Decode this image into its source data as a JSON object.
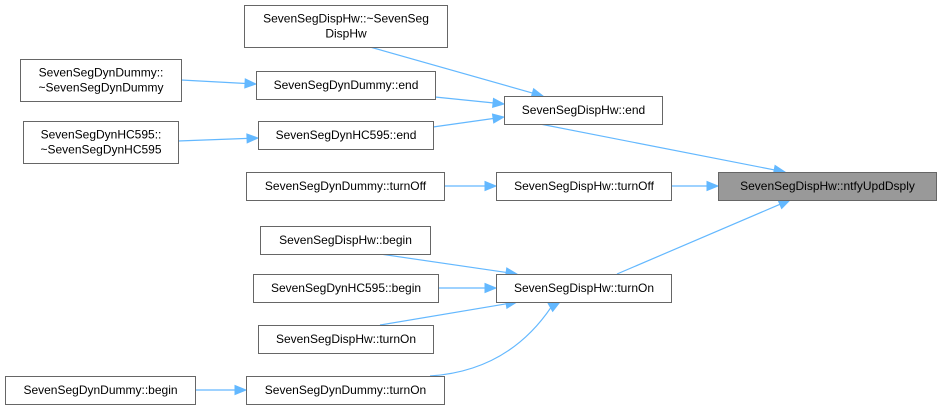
{
  "graph": {
    "focus_node": "SevenSegDispHw::ntfyUpdDsply",
    "nodes": {
      "ntfy": {
        "lines": [
          "SevenSegDispHw::ntfyUpdDsply"
        ]
      },
      "hw_end": {
        "lines": [
          "SevenSegDispHw::end"
        ]
      },
      "hw_turnOff": {
        "lines": [
          "SevenSegDispHw::turnOff"
        ]
      },
      "hw_turnOn": {
        "lines": [
          "SevenSegDispHw::turnOn"
        ]
      },
      "hw_dtor": {
        "lines": [
          "SevenSegDispHw::~SevenSeg",
          "DispHw"
        ]
      },
      "dummy_end": {
        "lines": [
          "SevenSegDynDummy::end"
        ]
      },
      "hc595_end": {
        "lines": [
          "SevenSegDynHC595::end"
        ]
      },
      "dummy_turnOff": {
        "lines": [
          "SevenSegDynDummy::turnOff"
        ]
      },
      "dummy_dtor": {
        "lines": [
          "SevenSegDynDummy::",
          "~SevenSegDynDummy"
        ]
      },
      "hc595_dtor": {
        "lines": [
          "SevenSegDynHC595::",
          "~SevenSegDynHC595"
        ]
      },
      "hw_begin": {
        "lines": [
          "SevenSegDispHw::begin"
        ]
      },
      "hc595_begin": {
        "lines": [
          "SevenSegDynHC595::begin"
        ]
      },
      "hw_turnOn2": {
        "lines": [
          "SevenSegDispHw::turnOn"
        ]
      },
      "dummy_turnOn": {
        "lines": [
          "SevenSegDynDummy::turnOn"
        ]
      },
      "dummy_begin": {
        "lines": [
          "SevenSegDynDummy::begin"
        ]
      }
    },
    "edges": [
      [
        "hw_end",
        "ntfy"
      ],
      [
        "hw_turnOff",
        "ntfy"
      ],
      [
        "hw_turnOn",
        "ntfy"
      ],
      [
        "hw_dtor",
        "hw_end"
      ],
      [
        "dummy_end",
        "hw_end"
      ],
      [
        "hc595_end",
        "hw_end"
      ],
      [
        "dummy_dtor",
        "dummy_end"
      ],
      [
        "hc595_dtor",
        "hc595_end"
      ],
      [
        "dummy_turnOff",
        "hw_turnOff"
      ],
      [
        "hw_begin",
        "hw_turnOn"
      ],
      [
        "hc595_begin",
        "hw_turnOn"
      ],
      [
        "hw_turnOn2",
        "hw_turnOn"
      ],
      [
        "dummy_turnOn",
        "hw_turnOn"
      ],
      [
        "dummy_begin",
        "dummy_turnOn"
      ]
    ],
    "colors": {
      "edge": "#63b8ff",
      "node_border": "#666666",
      "focus_fill": "#999999"
    }
  }
}
